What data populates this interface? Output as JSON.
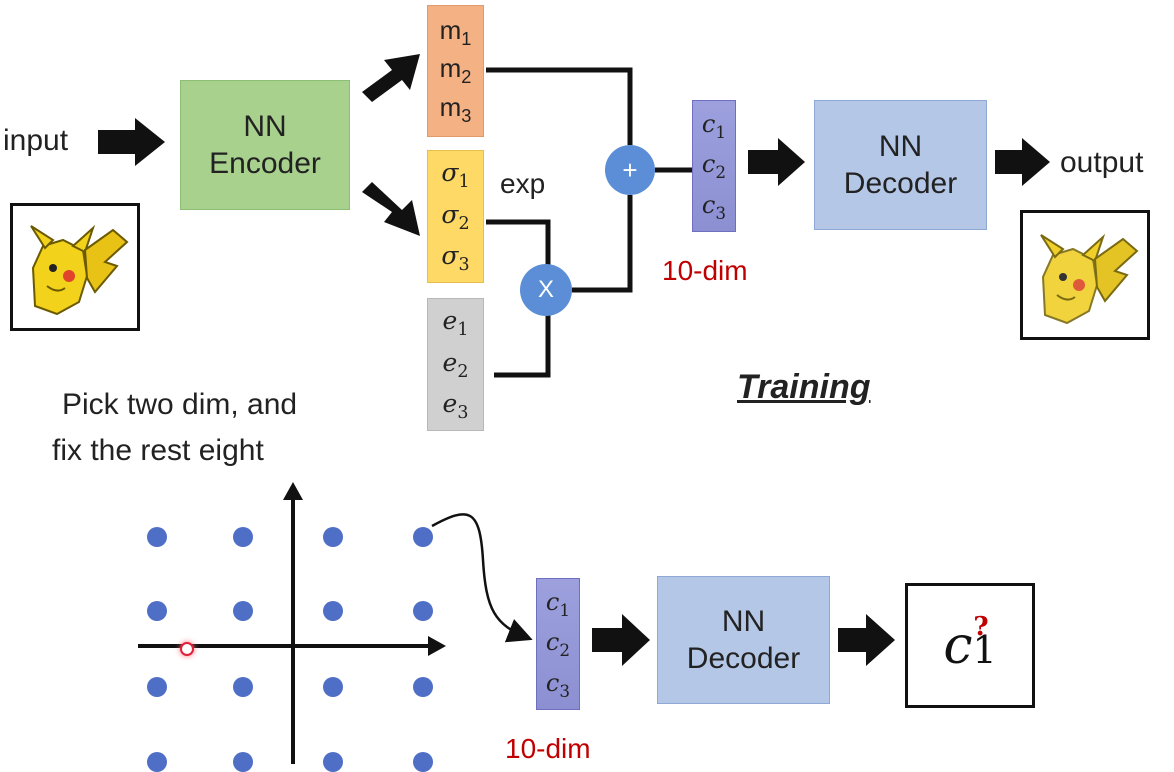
{
  "labels": {
    "input": "input",
    "output": "output",
    "exp": "exp",
    "ten_dim": "10-dim",
    "training": "Training",
    "pick_line1": "Pick two dim, and",
    "pick_line2": "fix the rest eight"
  },
  "blocks": {
    "encoder_line1": "NN",
    "encoder_line2": "Encoder",
    "decoder_line1": "NN",
    "decoder_line2": "Decoder"
  },
  "vectors": {
    "m": [
      "m",
      "m",
      "m"
    ],
    "sigma": [
      "σ",
      "σ",
      "σ"
    ],
    "e": [
      "e",
      "e",
      "e"
    ],
    "c": [
      "c",
      "c",
      "c"
    ],
    "subscripts": [
      "1",
      "2",
      "3"
    ]
  },
  "operators": {
    "plus": "+",
    "times": "X"
  },
  "output_symbol": {
    "letter": "c",
    "subscript": "1",
    "mark": "?"
  },
  "icons": {
    "input_image": "pikachu-icon",
    "output_image": "pikachu-icon"
  },
  "colors": {
    "encoder": "#a9d18e",
    "decoder": "#b4c7e7",
    "mean_vector": "#f4b183",
    "sigma_vector": "#ffd966",
    "noise_vector": "#d0d0d0",
    "code_vector": "#8f8fd6",
    "operator": "#5b8ed6",
    "grid_dot": "#4f6ec6",
    "highlight": "#c00000"
  }
}
